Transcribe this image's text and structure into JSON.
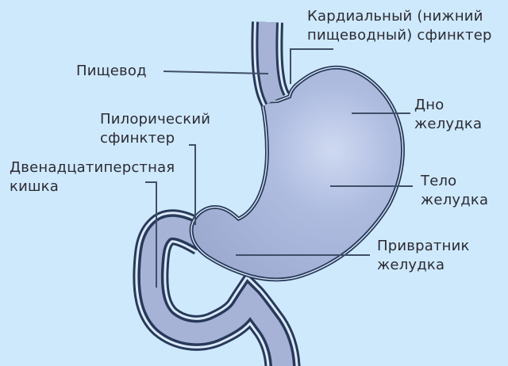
{
  "diagram": {
    "subject": "stomach-anatomy-diagram",
    "labels": {
      "cardial_sphincter": "Кардиальный (нижний\nпищеводный) сфинктер",
      "esophagus": "Пищевод",
      "pyloric_sphincter": "Пилорический\nсфинктер",
      "duodenum": "Двенадцатиперстная\nкишка",
      "fundus": "Дно\nжелудка",
      "body": "Тело\nжелудка",
      "pylorus": "Привратник\nжелудка"
    },
    "colors": {
      "background": "#cfe9fc",
      "organ_fill": "#a6b3d7",
      "organ_highlight": "#cfd9f1",
      "outline": "#283a5a",
      "wall_gap": "#dceafb",
      "pointer_line": "#3f4f68",
      "text": "#2b2b33"
    }
  }
}
